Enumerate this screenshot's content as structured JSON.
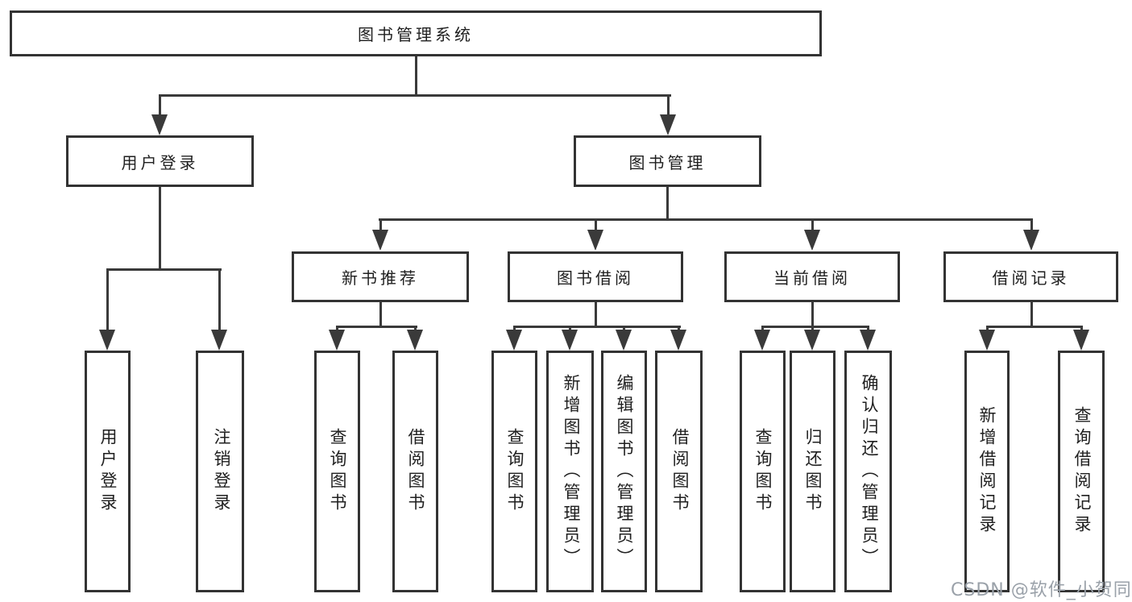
{
  "colors": {
    "background": "#ffffff",
    "line": "#3a3a3a",
    "box_border": "#333333",
    "text": "#1f1f1f",
    "watermark": "#9aa1a9"
  },
  "tree": {
    "root": {
      "label": "图书管理系统",
      "children": [
        {
          "label": "用户登录",
          "children": [
            {
              "label": "用户登录"
            },
            {
              "label": "注销登录"
            }
          ]
        },
        {
          "label": "图书管理",
          "children": [
            {
              "label": "新书推荐",
              "children": [
                {
                  "label": "查询图书"
                },
                {
                  "label": "借阅图书"
                }
              ]
            },
            {
              "label": "图书借阅",
              "children": [
                {
                  "label": "查询图书"
                },
                {
                  "label": "新增图书（管理员）"
                },
                {
                  "label": "编辑图书（管理员）"
                },
                {
                  "label": "借阅图书"
                }
              ]
            },
            {
              "label": "当前借阅",
              "children": [
                {
                  "label": "查询图书"
                },
                {
                  "label": "归还图书"
                },
                {
                  "label": "确认归还（管理员）"
                }
              ]
            },
            {
              "label": "借阅记录",
              "children": [
                {
                  "label": "新增借阅记录"
                },
                {
                  "label": "查询借阅记录"
                }
              ]
            }
          ]
        }
      ]
    }
  },
  "watermark": {
    "text": "CSDN @软件_小贺同学"
  }
}
